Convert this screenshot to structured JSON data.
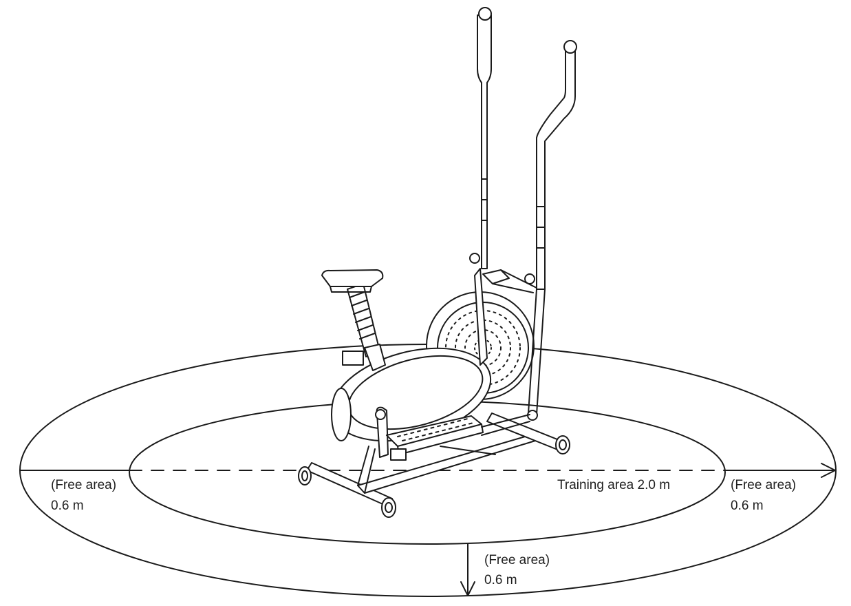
{
  "labels": {
    "left_free_area": "(Free area)",
    "left_free_distance": "0.6 m",
    "training_area": "Training area 2.0 m",
    "right_free_area": "(Free area)",
    "right_free_distance": "0.6 m",
    "bottom_free_area": "(Free area)",
    "bottom_free_distance": "0.6 m"
  },
  "colors": {
    "line": "#1a1a1a",
    "background": "#ffffff"
  }
}
